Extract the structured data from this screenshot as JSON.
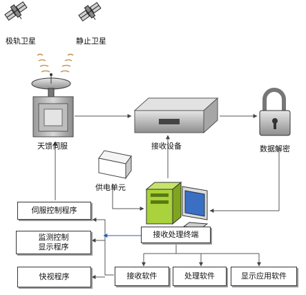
{
  "labels": {
    "polar_satellite": "极轨卫星",
    "geo_satellite": "静止卫星",
    "antenna_servo": "天馈伺服",
    "receiver_device": "接收设备",
    "data_decrypt": "数据解密",
    "power_unit": "供电单元"
  },
  "boxes": {
    "servo_control_program": "伺服控制程序",
    "monitor_control_line1": "监测控制",
    "monitor_control_line2": "显示程序",
    "quickview_program": "快视程序",
    "receive_processing_terminal": "接收处理终端",
    "receive_software": "接收软件",
    "processing_software": "处理软件",
    "display_app_software": "显示应用软件"
  },
  "colors": {
    "line": "#555555",
    "highlight_arrow": "#2a5db0",
    "computer_green": "#a9d23c",
    "monitor_blue": "#3a6fc4"
  },
  "icons": [
    "satellite-icon",
    "dish-antenna-icon",
    "receiver-box-icon",
    "padlock-icon",
    "power-box-icon",
    "computer-icon"
  ]
}
